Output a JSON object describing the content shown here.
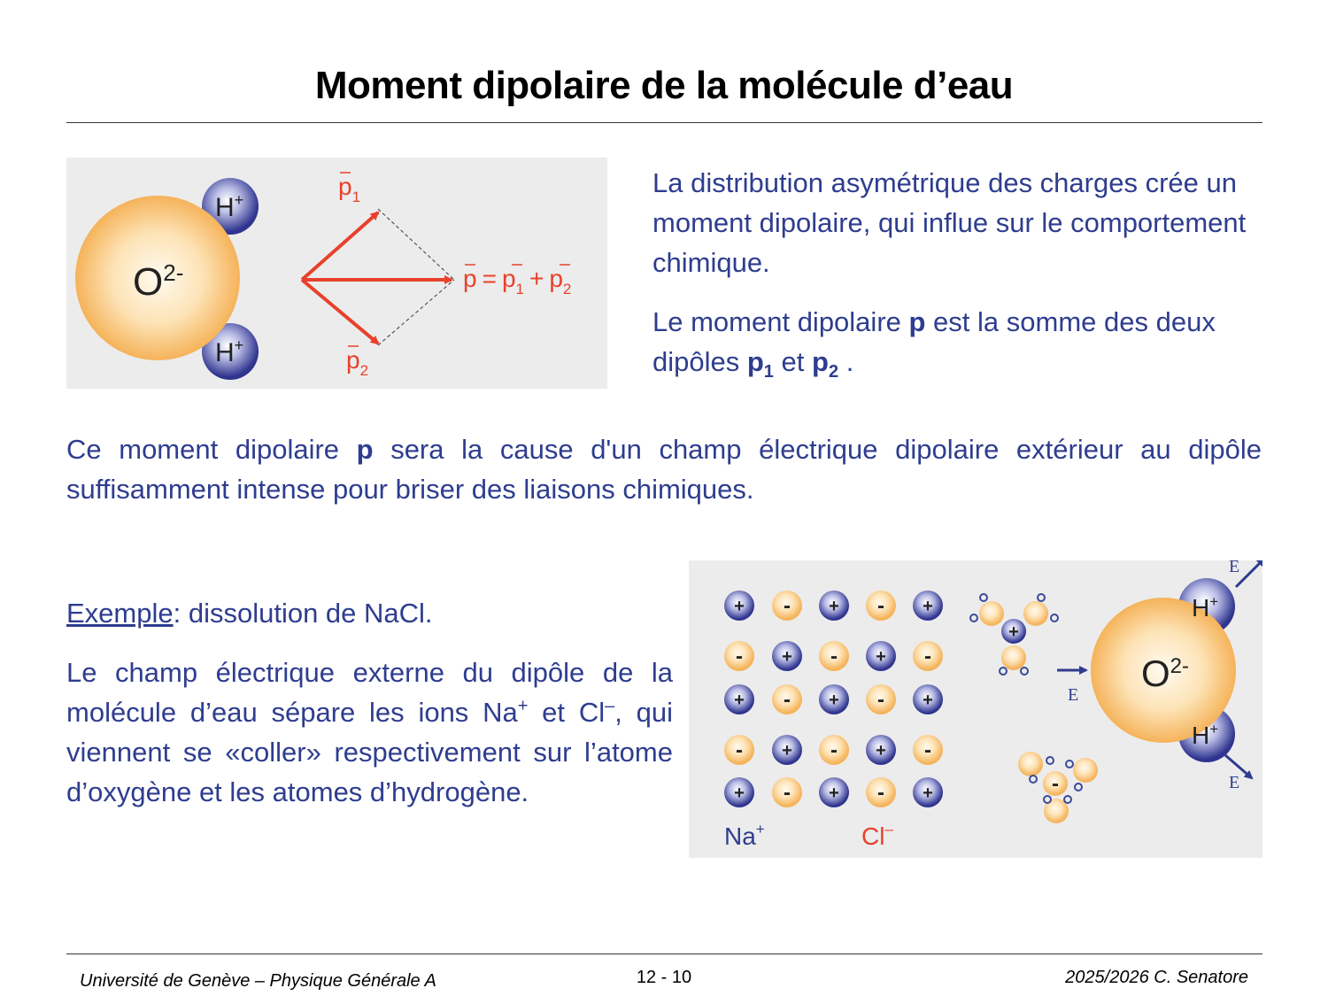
{
  "title": "Moment dipolaire de la molécule d’eau",
  "fig1": {
    "oxygen": "O",
    "oxygen_charge": "2-",
    "hydrogen": "H",
    "hydrogen_charge": "+",
    "p1": "p",
    "p1_sub": "1",
    "p2": "p",
    "p2_sub": "2",
    "sum_p": "p",
    "sum_eq": "=",
    "sum_p1": "p",
    "sum_plus": "+",
    "sum_p2": "p",
    "sub1": "1",
    "sub2": "2",
    "arrow_color": "#e8412b"
  },
  "right_text": {
    "p1": "La distribution asymétrique des charges crée un moment dipolaire, qui influe sur le comportement chimique.",
    "p2_a": "Le moment dipolaire ",
    "p2_b": "p",
    "p2_c": " est la somme des deux dipôles ",
    "p2_d": "p",
    "p2_d_sub": "1",
    "p2_e": " et ",
    "p2_f": "p",
    "p2_f_sub": "2",
    "p2_g": " ."
  },
  "middle_text": {
    "a": "Ce moment dipolaire ",
    "b": "p",
    "c": " sera la cause d'un champ électrique dipolaire extérieur au dipôle suffisamment intense pour briser des liaisons chimiques."
  },
  "example": {
    "label": "Exemple",
    "rest": ": dissolution de NaCl.",
    "body_a": "Le champ électrique externe du dipôle de la molécule d’eau sépare les ions Na",
    "na_sup": "+",
    "body_b": " et Cl",
    "cl_sup": "–",
    "body_c": ", qui viennent se «coller» respectivement sur l’atome d’oxygène et les atomes d’hydrogène."
  },
  "fig2": {
    "plus": "+",
    "minus": "-",
    "na_label": "Na",
    "na_sup": "+",
    "cl_label": "Cl",
    "cl_sup": "–",
    "oxygen": "O",
    "oxygen_charge": "2-",
    "hydrogen": "H",
    "hydrogen_charge": "+",
    "field": "E"
  },
  "footer": {
    "left": "Université de Genève – Physique Générale A",
    "center": "12 - 10",
    "right": "2025/2026  C. Senatore"
  }
}
